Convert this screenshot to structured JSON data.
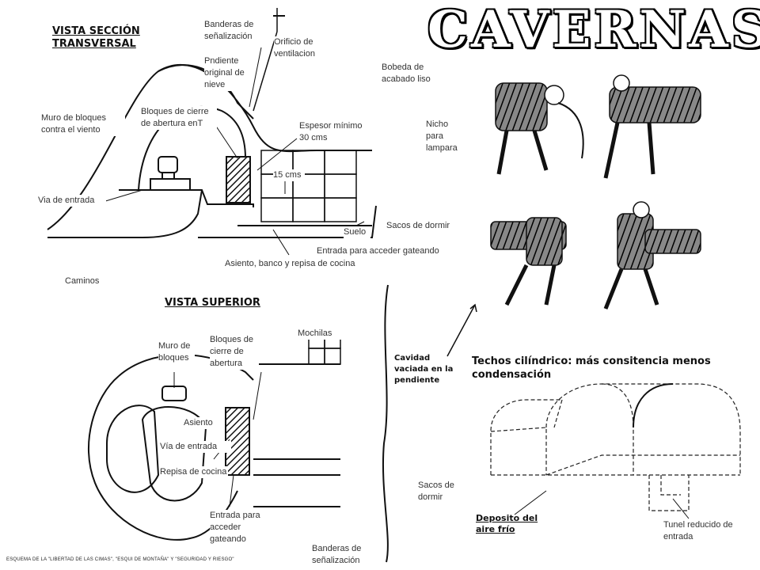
{
  "title": "CAVERNAS",
  "section_view": {
    "heading": "VISTA SECCIÓN TRANSVERSAL",
    "labels": {
      "flags": "Banderas de señalización",
      "vent": "Orificio de ventilacion",
      "slope": "Pndiente original de nieve",
      "vault": "Bobeda de acabado liso",
      "wall": "Muro de bloques contra el viento",
      "blocks": "Bloques de cierre de abertura enT",
      "thickness": "Espesor mínimo 30 cms",
      "niche": "Nicho para lampara",
      "fifteen": "15 cms",
      "entry_way": "Via de entrada",
      "sleeping_bags": "Sacos de dormir",
      "floor": "Suelo",
      "crawl_entry": "Entrada para acceder gateando",
      "seat": "Asiento, banco y repisa de cocina",
      "paths": "Caminos"
    }
  },
  "top_view": {
    "heading": "VISTA SUPERIOR",
    "labels": {
      "wall": "Muro de bloques",
      "blocks": "Bloques de cierre de abertura",
      "backpacks": "Mochilas",
      "seat": "Asiento",
      "entry_way": "Vía de entrada",
      "kitchen_shelf": "Repisa de cocina",
      "crawl_entry": "Entrada para acceder gateando",
      "flags": "Banderas de señalización",
      "cavity": "Cavidad vaciada en la pendiente",
      "sleeping_bags": "Sacos de dormir"
    }
  },
  "cylinder": {
    "heading": "Techos cilíndrico: más consitencia menos condensación",
    "cold_air": "Deposito del aire frío",
    "tunnel": "Tunel reducido de entrada"
  },
  "footer": "ESQUEMA DE LA \"LIBERTAD DE LAS CIMAS\", \"ESQUI DE MONTAÑA\" Y \"SEGURIDAD Y RIESGO\""
}
